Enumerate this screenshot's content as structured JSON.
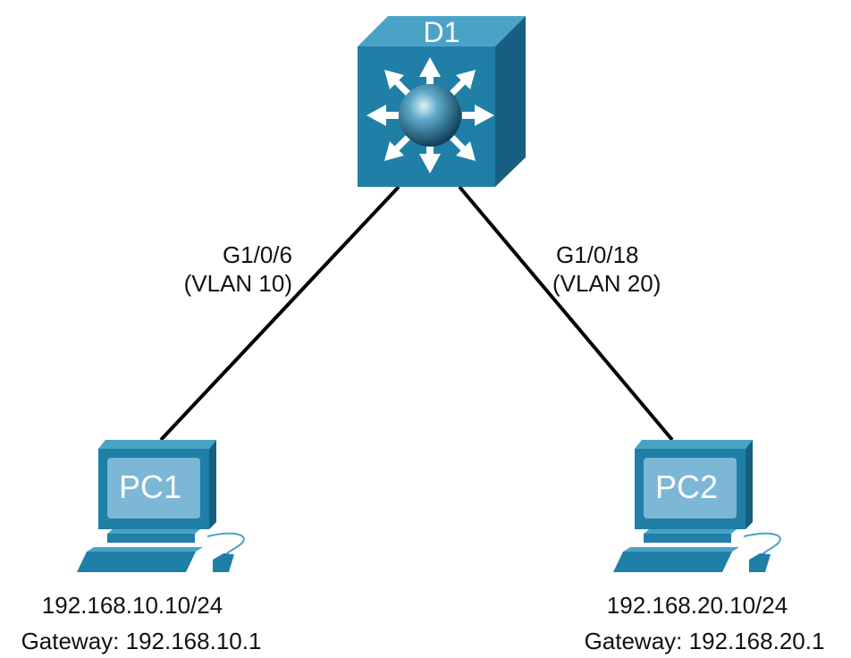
{
  "devices": {
    "switch": {
      "name": "D1",
      "icon": "multilayer-switch-icon"
    },
    "pc1": {
      "name": "PC1",
      "icon": "pc-icon",
      "ip": "192.168.10.10/24",
      "gateway": "Gateway: 192.168.10.1"
    },
    "pc2": {
      "name": "PC2",
      "icon": "pc-icon",
      "ip": "192.168.20.10/24",
      "gateway": "Gateway: 192.168.20.1"
    }
  },
  "links": [
    {
      "from": "D1",
      "to": "PC1",
      "port": "G1/0/6",
      "vlan": "(VLAN 10)"
    },
    {
      "from": "D1",
      "to": "PC2",
      "port": "G1/0/18",
      "vlan": "(VLAN 20)"
    }
  ],
  "colors": {
    "device_front": "#1f7fa6",
    "device_top": "#4aa3c7",
    "device_side": "#165f80",
    "screen": "#7cb7d6",
    "link": "#000000"
  }
}
